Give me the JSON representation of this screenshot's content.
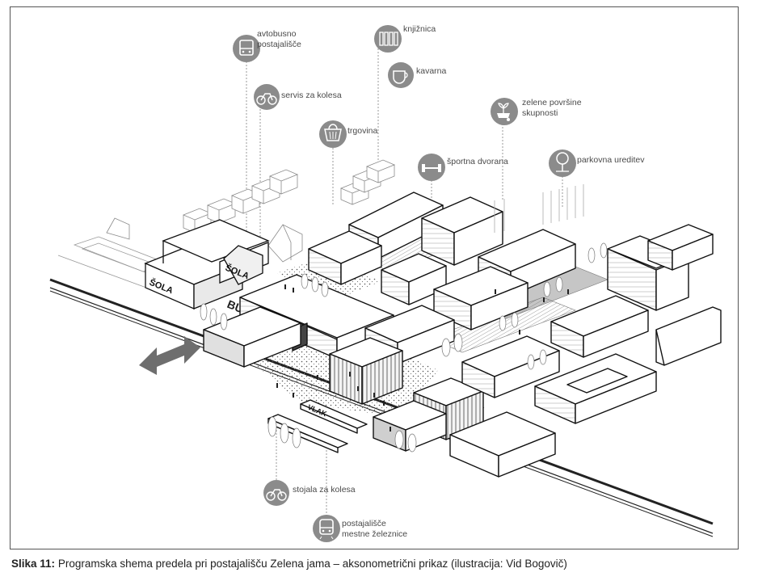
{
  "figure": {
    "labels": {
      "bus_stop": "avtobusno\npostajališče",
      "bike_service": "servis za kolesa",
      "library": "knjižnica",
      "cafe": "kavarna",
      "shop": "trgovina",
      "sports_hall": "športna dvorana",
      "green_areas": "zelene površine\nskupnosti",
      "park": "parkovna ureditev",
      "bike_racks": "stojala za kolesa",
      "train_stop": "postajališče\nmestne železnice"
    },
    "map_text": {
      "school_1": "ŠOLA",
      "school_2": "ŠOLA",
      "bus_road": "BUS",
      "train_road": "VLAK"
    }
  },
  "caption": {
    "label": "Slika 11:",
    "text": "Programska shema predela pri postajališču Zelena jama – aksonometrični prikaz (ilustracija: Vid Bogovič)"
  }
}
